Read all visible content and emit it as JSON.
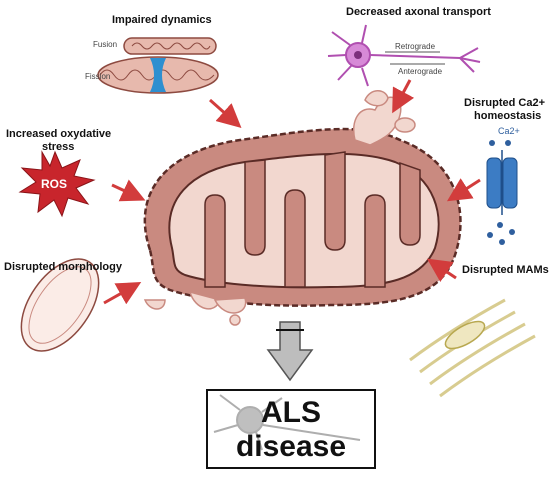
{
  "labels": {
    "impaired_dynamics": "Impaired dynamics",
    "fusion": "Fusion",
    "fission": "Fission",
    "axonal_transport": "Decreased axonal transport",
    "retrograde": "Retrograde",
    "anterograde": "Anterograde",
    "ca_homeostasis_line1": "Disrupted Ca2+",
    "ca_homeostasis_line2": "homeostasis",
    "ca_ion": "Ca2+",
    "oxidative_line1": "Increased oxydative",
    "oxidative_line2": "stress",
    "ros": "ROS",
    "morphology": "Disrupted morphology",
    "mams": "Disrupted MAMs",
    "als_line1": "ALS",
    "als_line2": "disease"
  },
  "colors": {
    "mito_outer": "#c98a80",
    "mito_inner": "#f2d7cf",
    "mito_cristae": "#e9c2b8",
    "arrow_red": "#d23c3c",
    "ros_red": "#c8252c",
    "neuron_purple": "#b04fb0",
    "channel_blue": "#2e6fb5",
    "er_yellow": "#d8cc90"
  }
}
